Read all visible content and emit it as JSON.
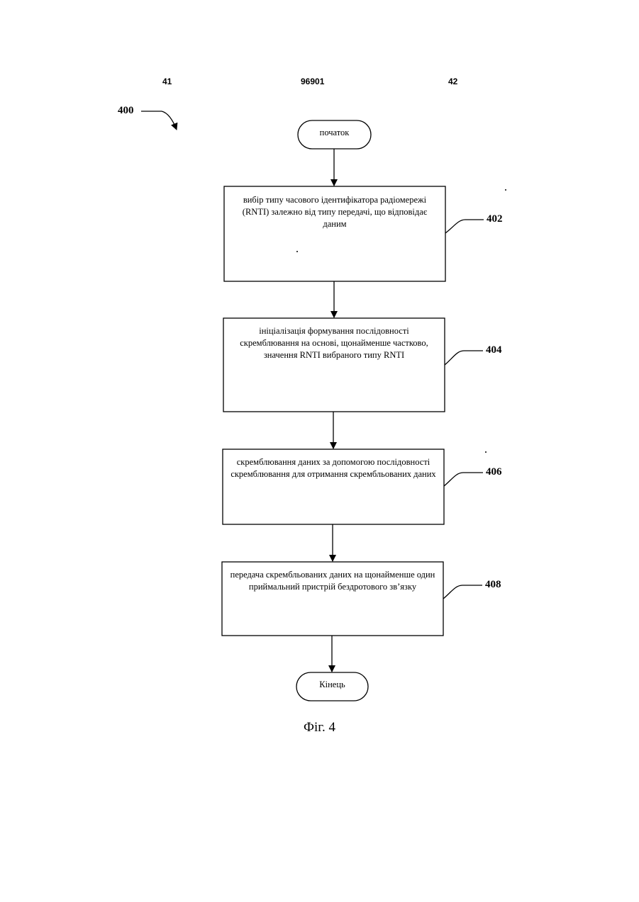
{
  "header": {
    "left_page": "41",
    "center_number": "96901",
    "right_page": "42"
  },
  "figure": {
    "label": "400",
    "start": "початок",
    "steps": [
      {
        "ref": "402",
        "text": "вибір типу часового ідентифікатора радіомережі (RNTI) залежно від типу передачі, що відповідає даним"
      },
      {
        "ref": "404",
        "text": "ініціалізація формування послідовності скремблювання на основі, щонайменше частково, значення RNTI вибраного типу RNTI"
      },
      {
        "ref": "406",
        "text": "скремблювання даних за допомогою послідовності скремблювання для отримання скрембльованих даних"
      },
      {
        "ref": "408",
        "text": "передача скрембльованих даних на щонайменше один приймальний пристрій бездротового зв’язку"
      }
    ],
    "end": "Кінець",
    "caption": "Фіг. 4"
  }
}
